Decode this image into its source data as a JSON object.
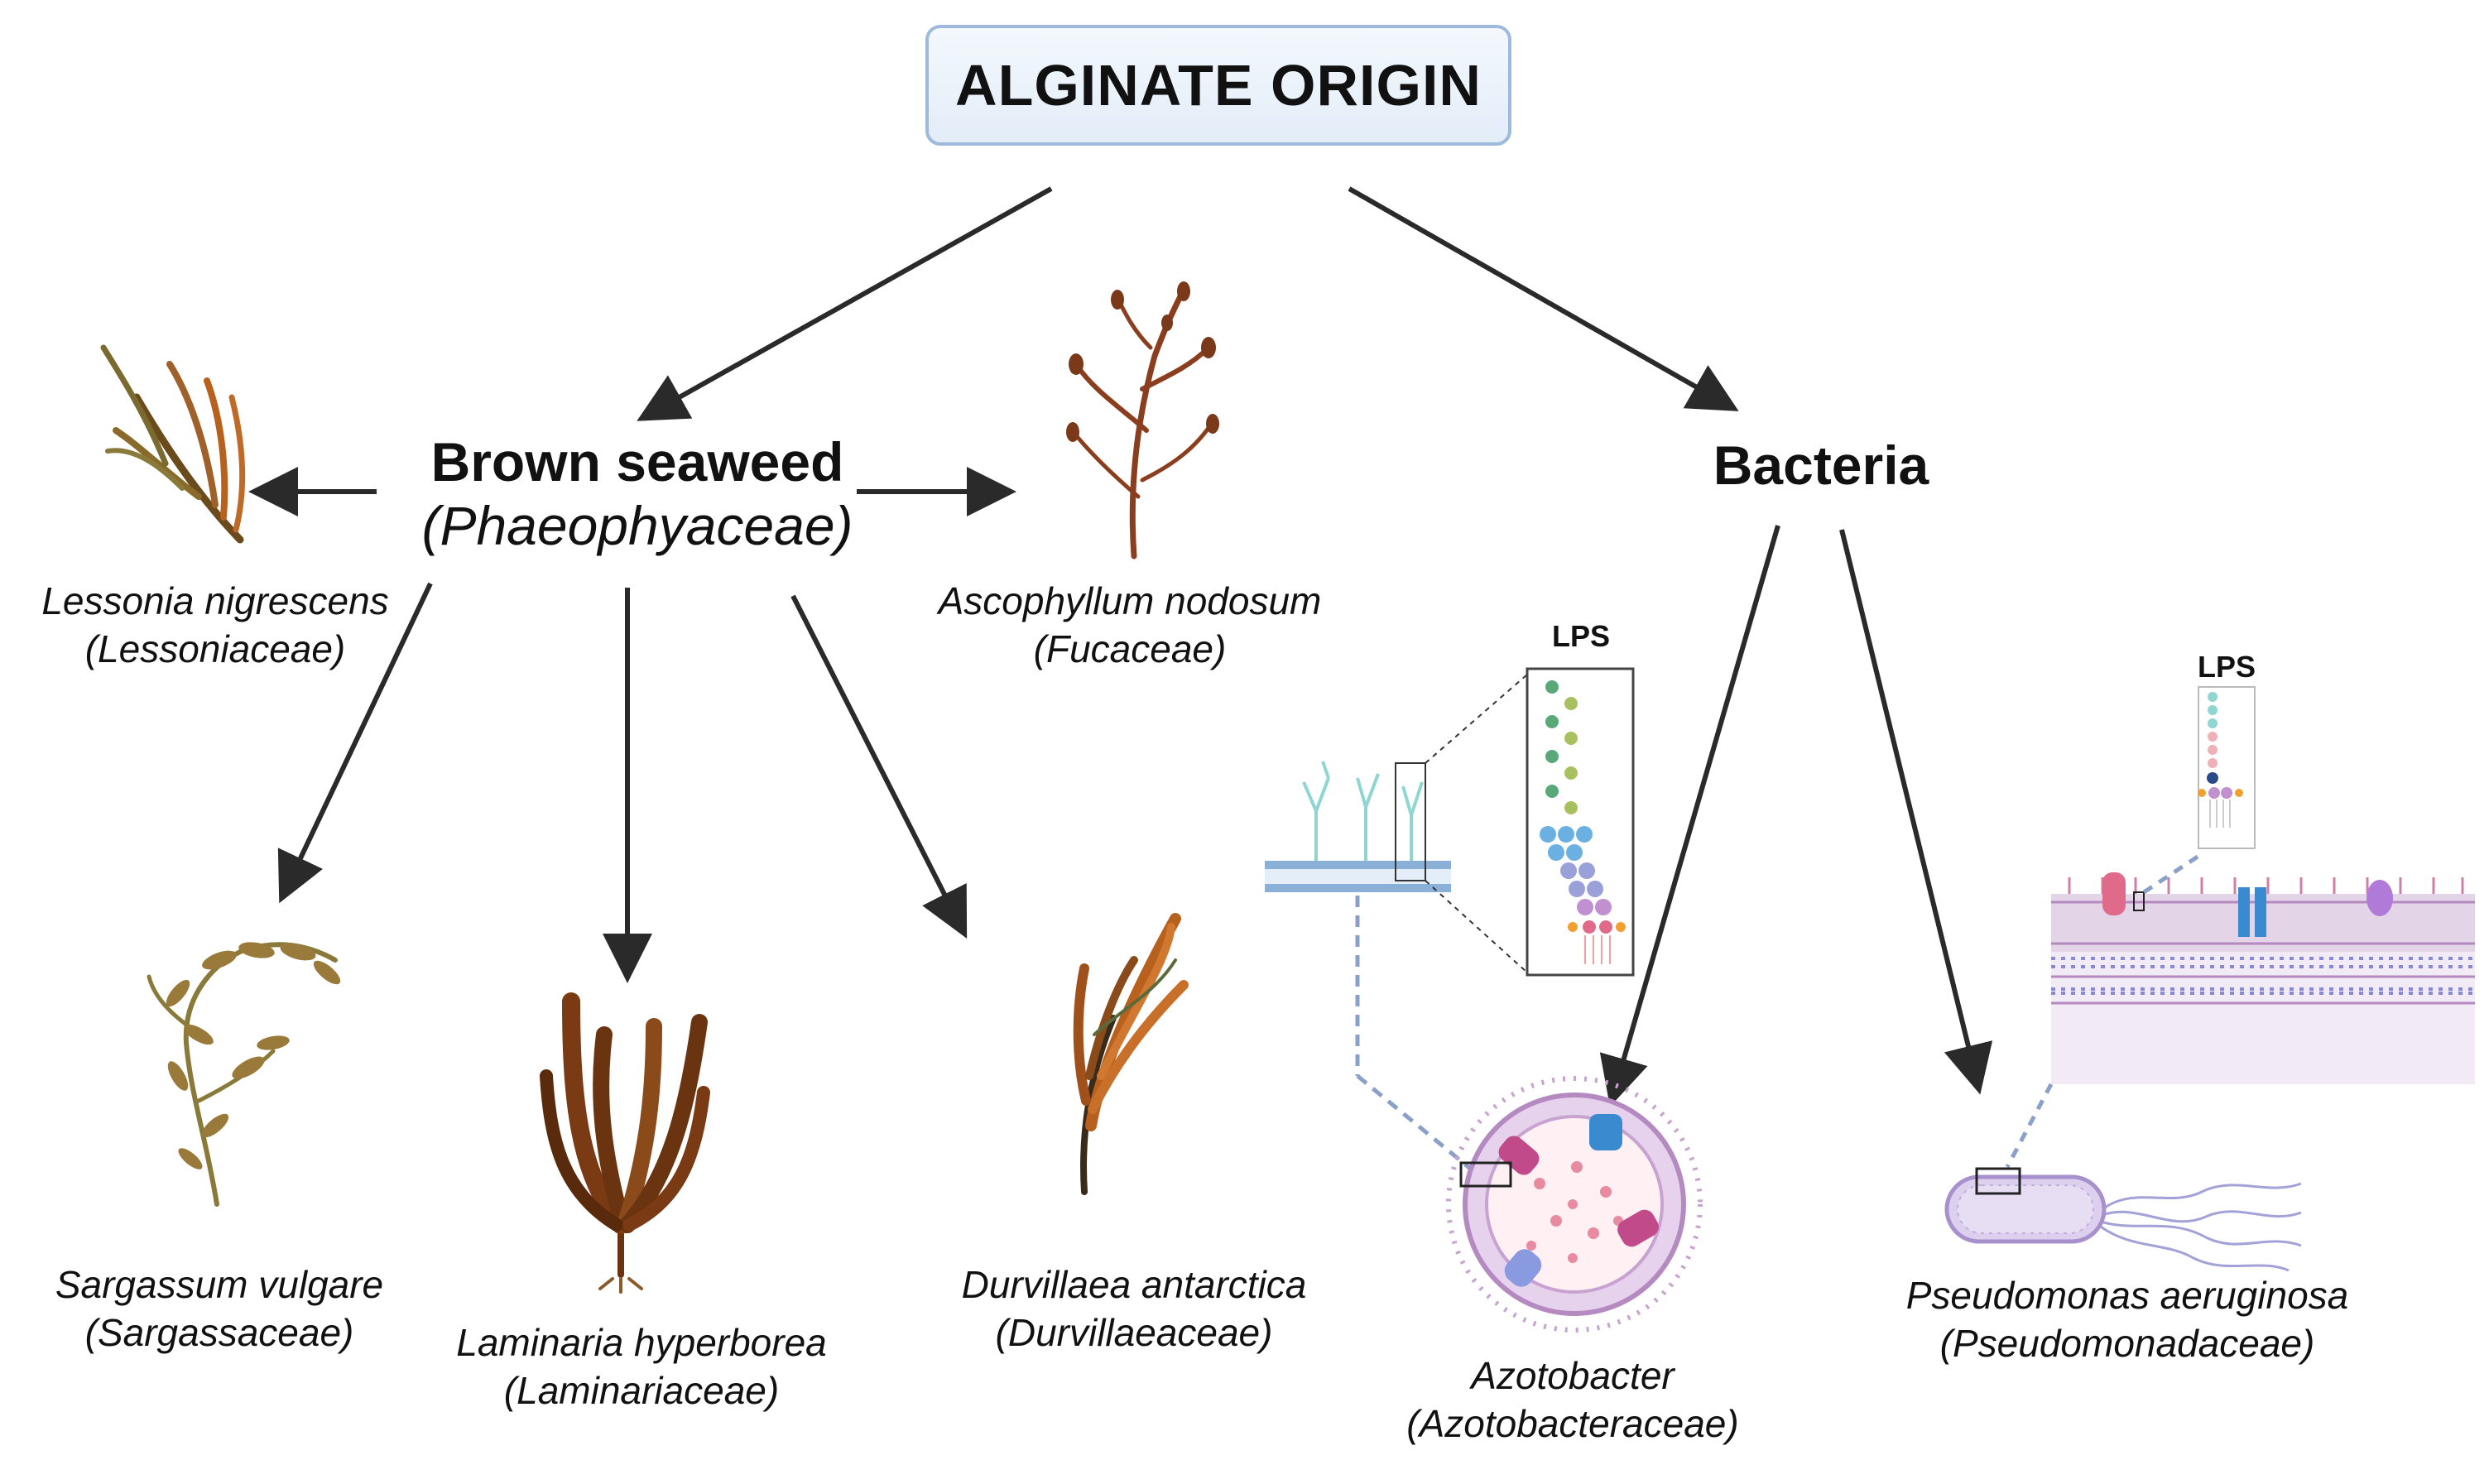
{
  "title": "ALGINATE ORIGIN",
  "groups": {
    "seaweed": {
      "name": "Brown seaweed",
      "family": "(Phaeophyaceae)"
    },
    "bacteria": {
      "name": "Bacteria"
    }
  },
  "species": {
    "lessonia": {
      "name": "Lessonia nigrescens",
      "family": "(Lessoniaceae)"
    },
    "ascophyllum": {
      "name": "Ascophyllum nodosum",
      "family": "(Fucaceae)"
    },
    "sargassum": {
      "name": "Sargassum vulgare",
      "family": "(Sargassaceae)"
    },
    "laminaria": {
      "name": "Laminaria hyperborea",
      "family": "(Laminariaceae)"
    },
    "durvillaea": {
      "name": "Durvillaea antarctica",
      "family": "(Durvillaeaceae)"
    },
    "azotobacter": {
      "name": "Azotobacter",
      "family": "(Azotobacteraceae)"
    },
    "pseudomonas": {
      "name": "Pseudomonas aeruginosa",
      "family": "(Pseudomonadaceae)"
    }
  },
  "labels": {
    "lps_left": "LPS",
    "lps_right": "LPS"
  },
  "colors": {
    "title_border": "#9db9dc",
    "seaweed_olive": "#8a6a2a",
    "seaweed_rust": "#b8601e",
    "seaweed_dark": "#6b3410",
    "membrane_purple": "#c6a2c8",
    "lps_teal": "#8fd6d2"
  },
  "icons": [
    "seaweed-icon",
    "bacterium-icon",
    "membrane-icon",
    "lps-chain-icon"
  ]
}
